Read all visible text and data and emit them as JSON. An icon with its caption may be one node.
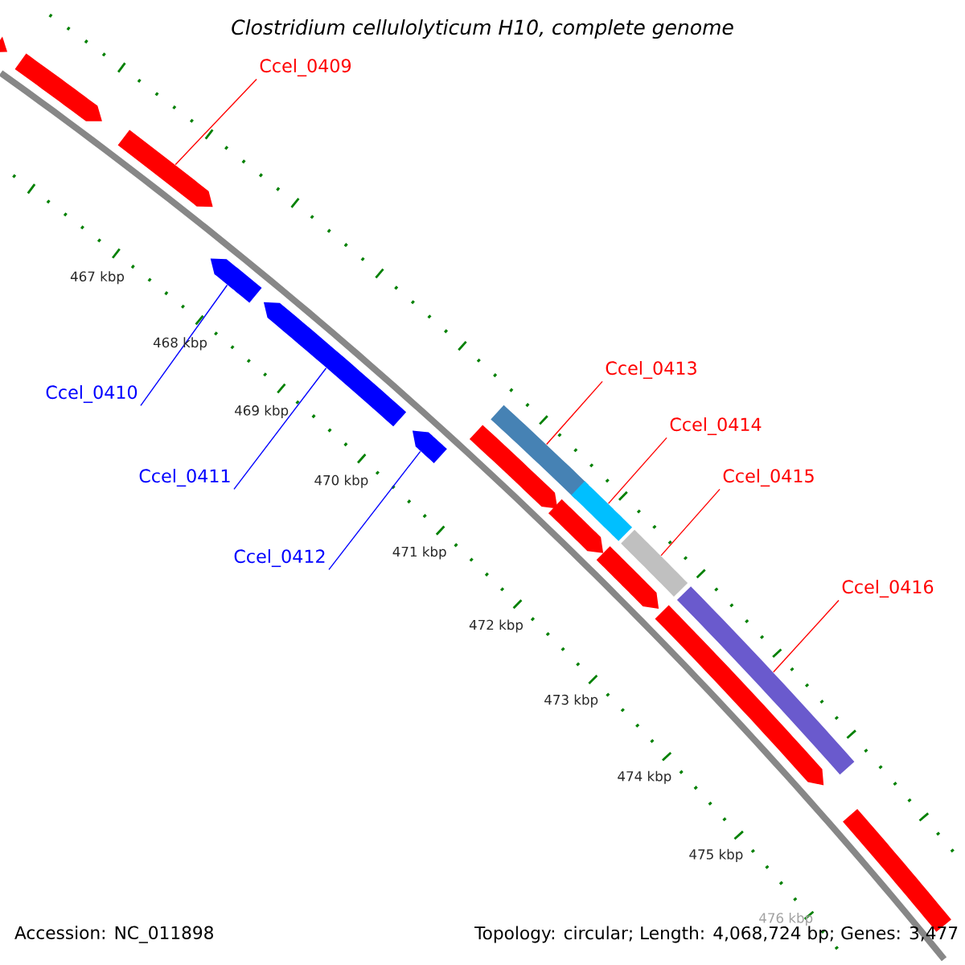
{
  "diagram": {
    "title": "Clostridium cellulolyticum H10, complete genome",
    "nodes": [
      {
        "text": [
          "Ccel_0409"
        ]
      },
      {
        "text": [
          "Ccel_0410"
        ]
      },
      {
        "text": [
          "Ccel_0411"
        ]
      },
      {
        "text": [
          "Ccel_0412"
        ]
      },
      {
        "text": [
          "Ccel_0413"
        ]
      },
      {
        "text": [
          "Ccel_0414"
        ]
      },
      {
        "text": [
          "Ccel_0415"
        ]
      },
      {
        "text": [
          "Ccel_0416"
        ]
      },
      {
        "text": [],
        "shape": "arrow"
      },
      {
        "text": [],
        "shape": "arrow"
      },
      {
        "text": [],
        "shape": "arrow"
      },
      {
        "text": [],
        "shape": "arrow"
      },
      {
        "text": [],
        "shape": "arrow"
      },
      {
        "text": [],
        "shape": "arrow"
      },
      {
        "text": [],
        "shape": "arrow"
      },
      {
        "text": [],
        "shape": "bar"
      },
      {
        "text": [],
        "shape": "arrow"
      },
      {
        "text": [],
        "shape": "bar"
      },
      {
        "text": [],
        "shape": "arrow"
      },
      {
        "text": [],
        "shape": "bar"
      },
      {
        "text": [],
        "shape": "arrow"
      },
      {
        "text": [],
        "shape": "bar"
      },
      {
        "text": [],
        "shape": "bar"
      }
    ],
    "edges": [
      {
        "from": 0,
        "to": 10,
        "arrow": "none"
      },
      {
        "from": 1,
        "to": 11,
        "arrow": "none",
        "color": "#0000ff"
      },
      {
        "from": 2,
        "to": 12,
        "arrow": "none",
        "color": "#0000ff"
      },
      {
        "from": 3,
        "to": 13,
        "arrow": "none",
        "color": "#0000ff"
      },
      {
        "from": 4,
        "to": 15,
        "arrow": "none"
      },
      {
        "from": 5,
        "to": 17,
        "arrow": "none"
      },
      {
        "from": 6,
        "to": 19,
        "arrow": "none"
      },
      {
        "from": 7,
        "to": 21,
        "arrow": "none"
      }
    ],
    "labels": [
      "467 kbp",
      "468 kbp",
      "469 kbp",
      "470 kbp",
      "471 kbp",
      "472 kbp",
      "473 kbp",
      "474 kbp",
      "475 kbp",
      "476 kbp",
      "Accession: NC_011898",
      "Topology: circular; Length: 4,068,724 bp; Genes: 3,477"
    ]
  }
}
